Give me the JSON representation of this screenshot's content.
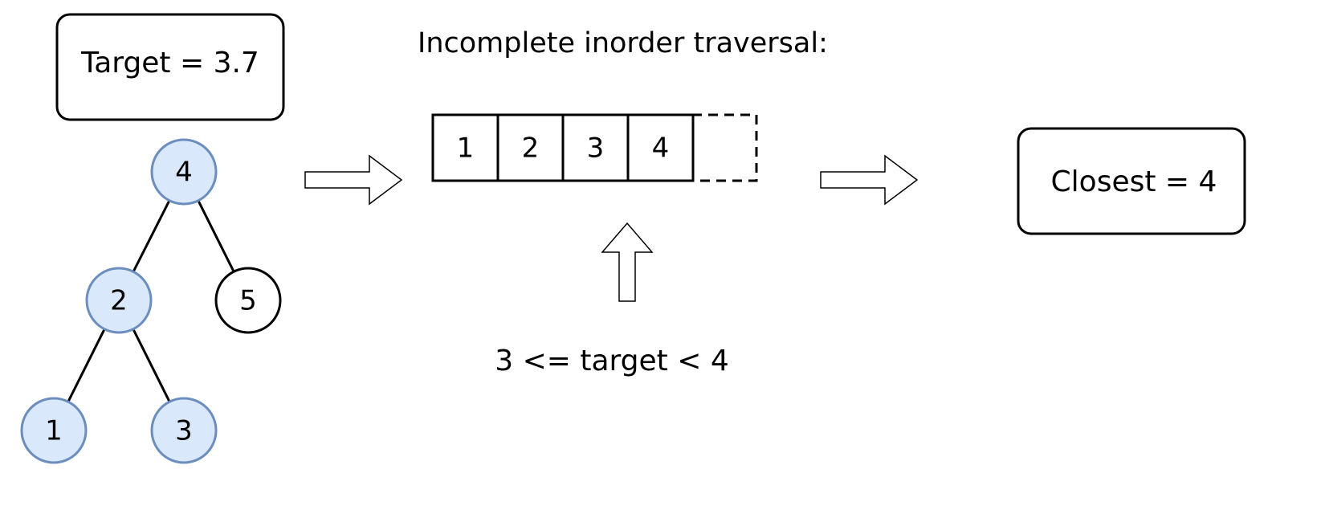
{
  "target_label": "Target = 3.7",
  "traversal_title": "Incomplete inorder traversal:",
  "tree": {
    "nodes": [
      {
        "id": "4",
        "label": "4",
        "visited": true
      },
      {
        "id": "2",
        "label": "2",
        "visited": true
      },
      {
        "id": "5",
        "label": "5",
        "visited": false
      },
      {
        "id": "1",
        "label": "1",
        "visited": true
      },
      {
        "id": "3",
        "label": "3",
        "visited": true
      }
    ],
    "edges": [
      [
        "4",
        "2"
      ],
      [
        "4",
        "5"
      ],
      [
        "2",
        "1"
      ],
      [
        "2",
        "3"
      ]
    ]
  },
  "array_cells": [
    "1",
    "2",
    "3",
    "4"
  ],
  "condition_label": "3 <= target < 4",
  "result_label": "Closest = 4",
  "colors": {
    "visited_fill": "#dae8fc",
    "visited_stroke": "#6c8ebf",
    "unvisited_fill": "#ffffff",
    "unvisited_stroke": "#000000",
    "line": "#000000"
  }
}
